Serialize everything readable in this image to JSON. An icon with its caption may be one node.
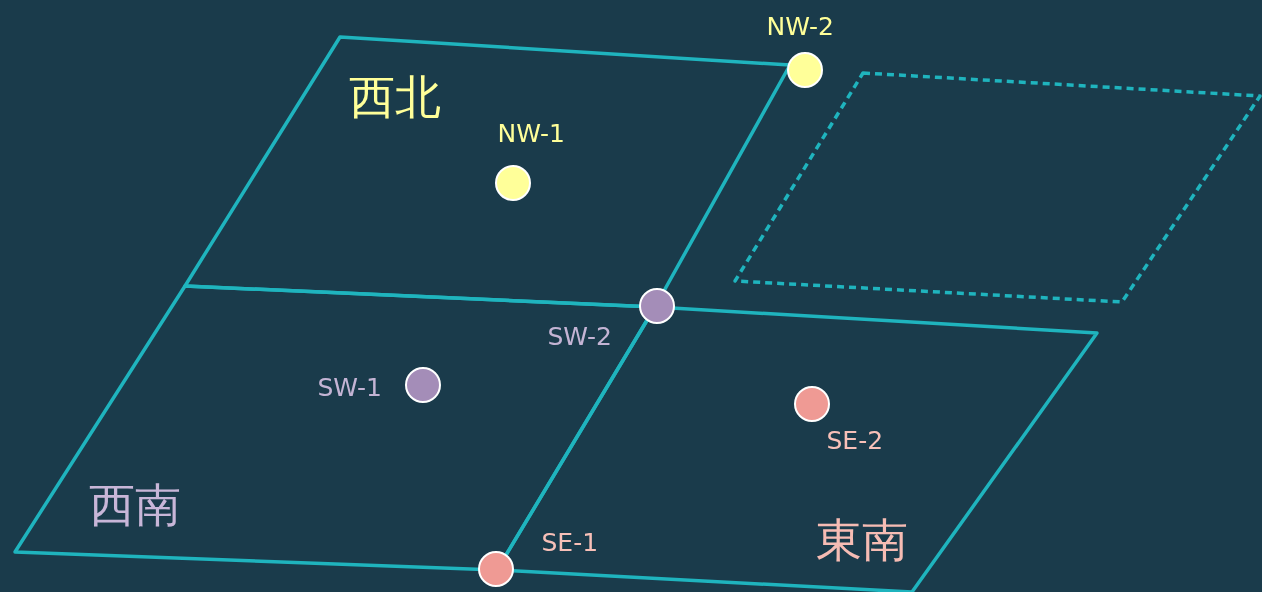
{
  "diagram": {
    "nodes": [
      {
        "text": [
          "西北"
        ]
      },
      {
        "text": [],
        "shape": "circle",
        "beside": [
          "NW-2"
        ]
      },
      {
        "text": [],
        "shape": "box"
      },
      {
        "text": [],
        "shape": "circle",
        "beside": [
          "NW-1"
        ],
        "in": 0
      },
      {
        "text": [
          "西南"
        ]
      },
      {
        "text": [],
        "shape": "circle",
        "beside": [
          "SW-2"
        ]
      },
      {
        "text": [],
        "shape": "circle",
        "beside": [
          "SW-1"
        ],
        "in": 4
      },
      {
        "text": [
          "東南"
        ]
      },
      {
        "text": [],
        "shape": "circle",
        "beside": [
          "SE-2"
        ],
        "in": 7
      },
      {
        "text": [],
        "shape": "circle",
        "beside": [
          "SE-1"
        ]
      }
    ]
  }
}
